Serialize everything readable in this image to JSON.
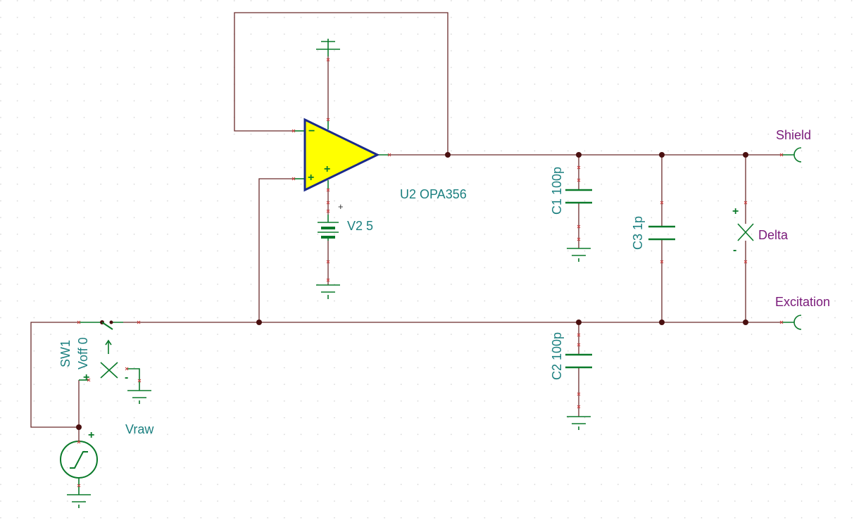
{
  "components": {
    "opamp": {
      "ref": "U2 OPA356",
      "minus_sign": "−",
      "plus_sign": "+",
      "vplus_sign": "+"
    },
    "battery": {
      "ref": "V2 5",
      "plus_sign": "+"
    },
    "c1": {
      "ref": "C1 100p"
    },
    "c2": {
      "ref": "C2 100p"
    },
    "c3": {
      "ref": "C3 1p"
    },
    "switch": {
      "ref": "SW1"
    },
    "offset_source": {
      "ref": "Voff 0",
      "plus_sign": "+",
      "minus_sign": "-"
    },
    "step_source": {
      "ref": "Vraw",
      "plus_sign": "+"
    },
    "meter": {
      "ref": "Delta",
      "plus_sign": "+",
      "minus_sign": "-"
    }
  },
  "ports": {
    "shield": "Shield",
    "excitation": "Excitation"
  },
  "colors": {
    "wire": "#6b2b2b",
    "component": "#0a7a2a",
    "label": "#1a7f7f",
    "port_label": "#7a1a7a",
    "opamp_fill": "#ffff00",
    "opamp_outline": "#1a2a8a",
    "node": "#4a1010",
    "pin_marker": "#d04040",
    "grid": "#cccccc"
  }
}
